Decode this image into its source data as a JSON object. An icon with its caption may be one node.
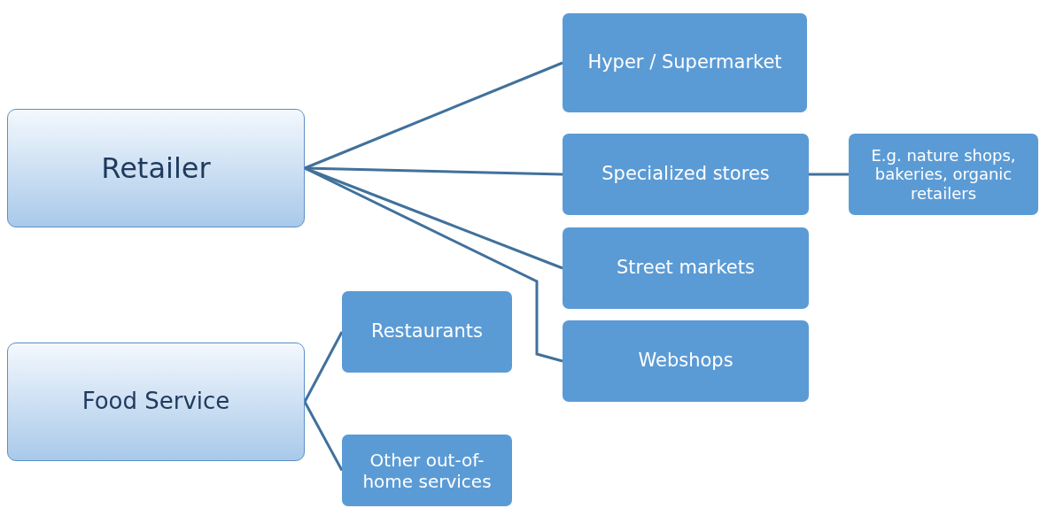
{
  "diagram": {
    "nodes": [
      {
        "text": [
          "Retailer"
        ]
      },
      {
        "text": [
          "Food Service"
        ]
      },
      {
        "text": [
          "Hyper / Supermarket"
        ]
      },
      {
        "text": [
          "Specialized stores"
        ]
      },
      {
        "text": [
          "Street markets"
        ]
      },
      {
        "text": [
          "Webshops"
        ]
      },
      {
        "text": [
          "E.g. nature shops, bakeries, organic retailers"
        ]
      },
      {
        "text": [
          "Restaurants"
        ]
      },
      {
        "text": [
          "Other out-of-home services"
        ]
      }
    ],
    "edges": [
      {
        "from": 0,
        "to": 2,
        "arrow": "none"
      },
      {
        "from": 0,
        "to": 3,
        "arrow": "none"
      },
      {
        "from": 0,
        "to": 4,
        "arrow": "none"
      },
      {
        "from": 0,
        "to": 5,
        "arrow": "none"
      },
      {
        "from": 3,
        "to": 6,
        "arrow": "none"
      },
      {
        "from": 1,
        "to": 7,
        "arrow": "none"
      },
      {
        "from": 1,
        "to": 8,
        "arrow": "none"
      }
    ]
  }
}
